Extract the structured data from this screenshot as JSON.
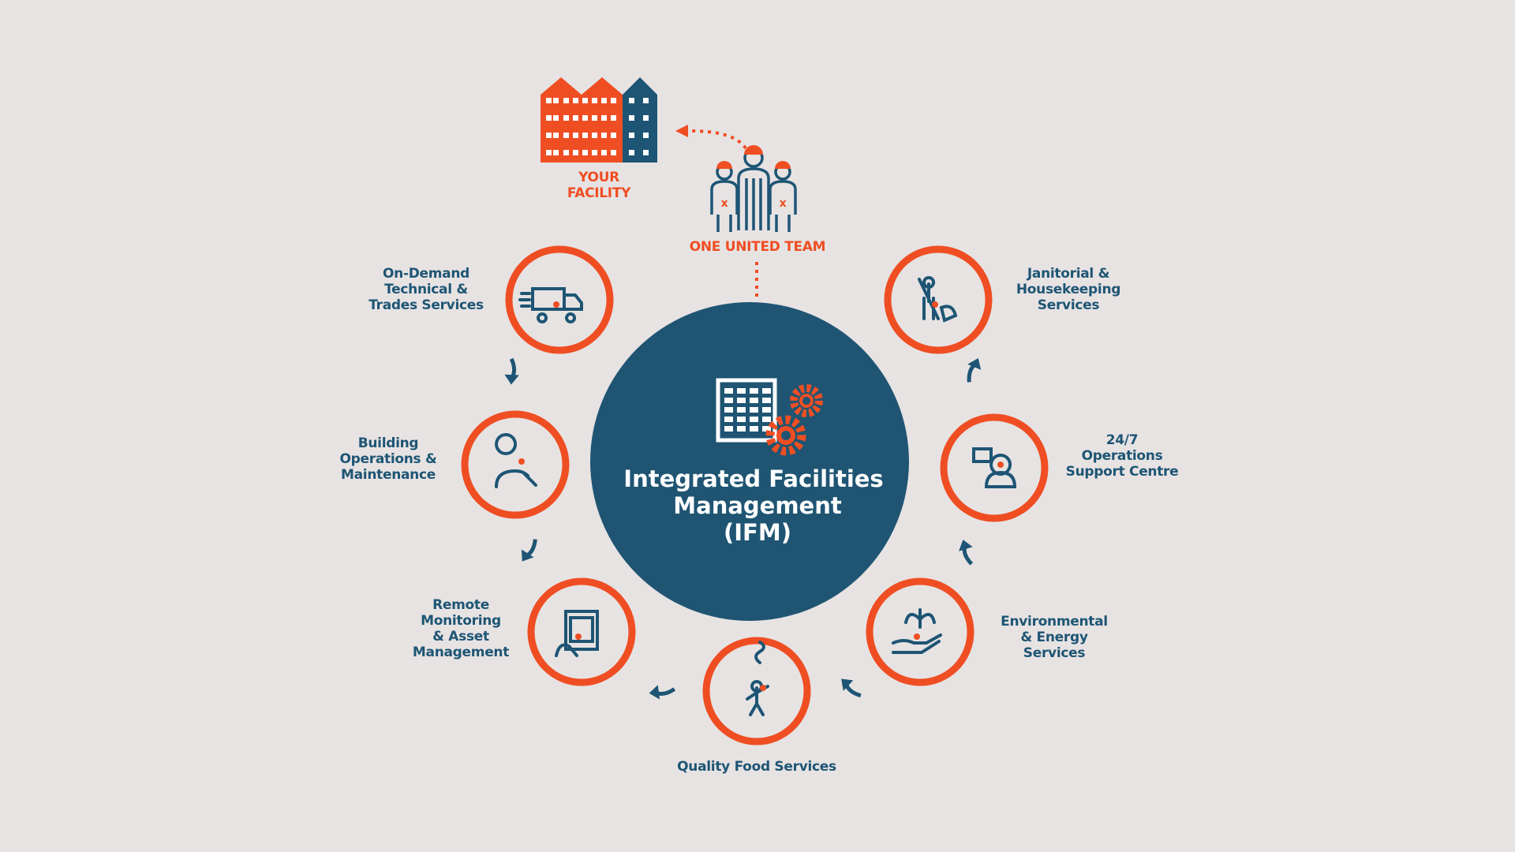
{
  "colors": {
    "background": "#e7e3e3",
    "accent": "#ef4e23",
    "primary": "#1e5574"
  },
  "top": {
    "facility": [
      "YOUR",
      "FACILITY"
    ],
    "team": "ONE UNITED TEAM"
  },
  "center": {
    "lines": [
      "Integrated Facilities",
      "Management",
      "(IFM)"
    ],
    "icon": "building-gears-icon"
  },
  "services": [
    {
      "lines": [
        "On-Demand",
        "Technical &",
        "Trades Services"
      ],
      "icon": "delivery-truck-icon"
    },
    {
      "lines": [
        "Building",
        "Operations &",
        "Maintenance"
      ],
      "icon": "technician-wrench-icon"
    },
    {
      "lines": [
        "Remote",
        "Monitoring",
        "& Asset",
        "Management"
      ],
      "icon": "tablet-touch-icon"
    },
    {
      "lines": [
        "Quality Food Services"
      ],
      "icon": "food-server-icon"
    },
    {
      "lines": [
        "Environmental",
        "& Energy",
        "Services"
      ],
      "icon": "hand-plant-icon"
    },
    {
      "lines": [
        "24/7",
        "Operations",
        "Support Centre"
      ],
      "icon": "support-agent-icon"
    },
    {
      "lines": [
        "Janitorial &",
        "Housekeeping",
        "Services"
      ],
      "icon": "cleaner-icon"
    }
  ]
}
